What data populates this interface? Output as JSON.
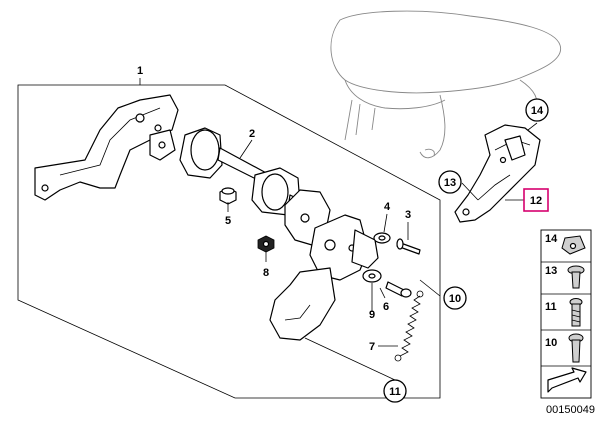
{
  "callouts": {
    "c1": "1",
    "c2": "2",
    "c3": "3",
    "c4": "4",
    "c5": "5",
    "c6": "6",
    "c7": "7",
    "c8": "8",
    "c9": "9",
    "c10": "10",
    "c11": "11",
    "c12": "12",
    "c13": "13",
    "c14": "14"
  },
  "legend": {
    "items": [
      "14",
      "13",
      "11",
      "10"
    ]
  },
  "diagram_id": "00150049",
  "highlight_color": "#d6006e"
}
